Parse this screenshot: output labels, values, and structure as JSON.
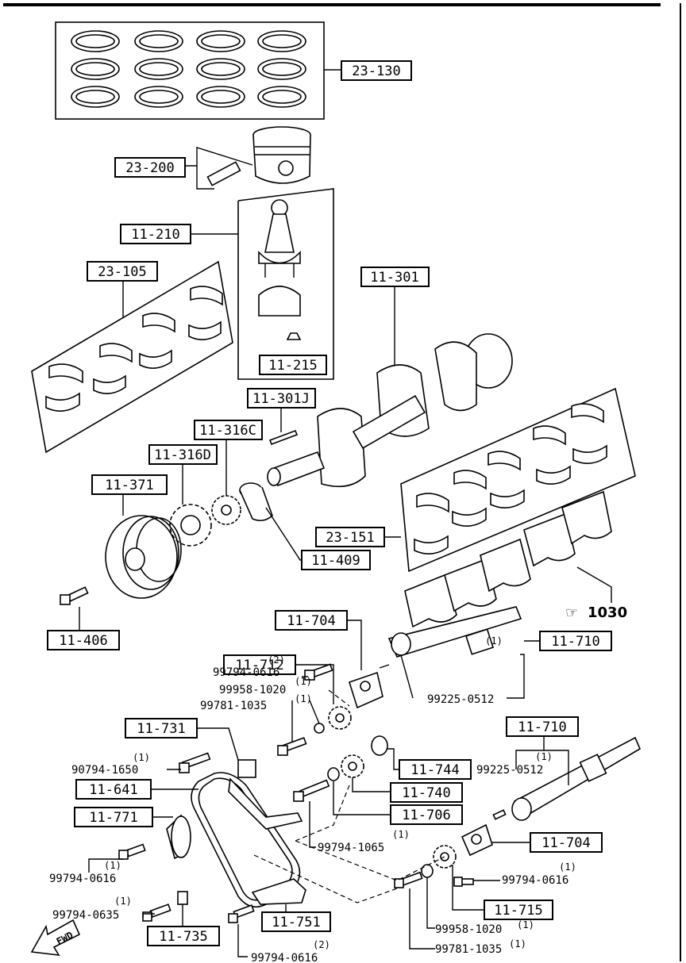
{
  "parts": {
    "piston_rings": "23-130",
    "piston": "23-200",
    "connecting_rod": "11-210",
    "rod_bearings": "23-105",
    "crankshaft": "11-301",
    "rod_nut": "11-215",
    "crank_key": "11-301J",
    "sprocket_c": "11-316C",
    "sprocket_d": "11-316D",
    "pulley": "11-371",
    "pulley_bolt": "11-406",
    "bushing": "11-409",
    "main_bearings": "23-151",
    "bracket_top": "11-704",
    "sprocket_top": "11-712",
    "shaft_top": "11-710",
    "tensioner_arm": "11-731",
    "chain": "11-641",
    "tensioner": "11-771",
    "gear_small": "11-744",
    "gear": "11-740",
    "washer": "11-706",
    "shaft_right": "11-710",
    "bracket_right": "11-704",
    "sprocket_right": "11-715",
    "spacer": "11-735",
    "guide": "11-751"
  },
  "callouts": {
    "c1": {
      "num": "99794-0616",
      "qty": "(2)"
    },
    "c2": {
      "num": "99958-1020",
      "qty": "(1)"
    },
    "c3": {
      "num": "99781-1035",
      "qty": "(1)"
    },
    "c4": {
      "num": "99225-0512",
      "qty": "(1)"
    },
    "c5": {
      "num": "90794-1650",
      "qty": "(1)"
    },
    "c6": {
      "num": "99225-0512",
      "qty": "(1)"
    },
    "c7": {
      "num": "99794-1065",
      "qty": "(1)"
    },
    "c8": {
      "num": "99794-0616",
      "qty": "(1)"
    },
    "c9": {
      "num": "99794-0616",
      "qty": "(1)"
    },
    "c10": {
      "num": "99794-0635",
      "qty": "(1)"
    },
    "c11": {
      "num": "99958-1020",
      "qty": "(1)"
    },
    "c12": {
      "num": "99781-1035",
      "qty": "(1)"
    },
    "c13": {
      "num": "99794-0616",
      "qty": "(2)"
    }
  },
  "reference": {
    "symbol": "☞",
    "page": "1030"
  },
  "fwd_label": "FWD"
}
